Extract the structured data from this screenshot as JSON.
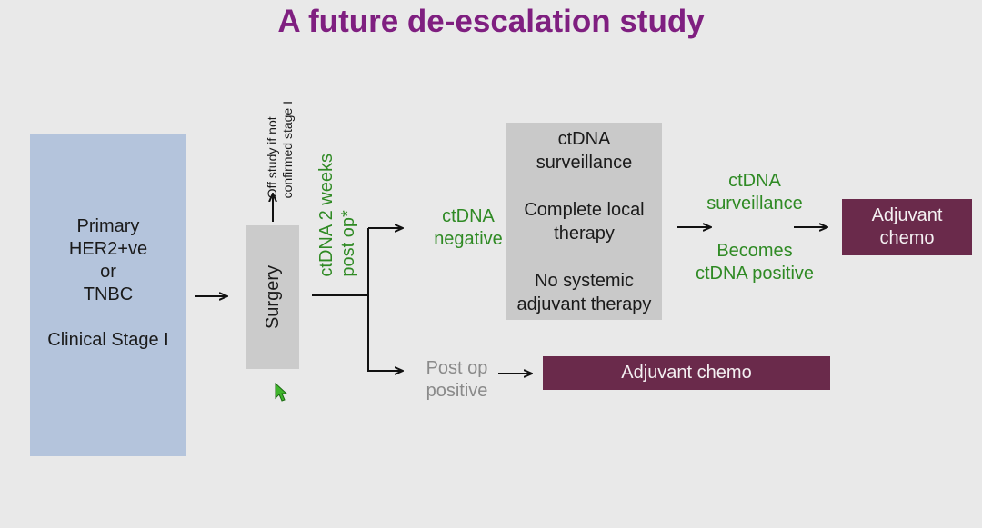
{
  "title": "A future de-escalation study",
  "population_box": {
    "lines": [
      "Primary",
      "HER2+ve",
      "or",
      "TNBC",
      "",
      "Clinical Stage I"
    ]
  },
  "surgery_box": {
    "label": "Surgery"
  },
  "off_study_note": {
    "line1": "Off study if not",
    "line2": "confirmed stage I"
  },
  "ctdna_timing": {
    "line1": "ctDNA 2 weeks",
    "line2": "post op*"
  },
  "branch_negative": {
    "line1": "ctDNA",
    "line2": "negative"
  },
  "branch_positive": {
    "line1": "Post op",
    "line2": "positive"
  },
  "surveillance_box": {
    "item1_line1": "ctDNA",
    "item1_line2": "surveillance",
    "item2_line1": "Complete local",
    "item2_line2": "therapy",
    "item3_line1": "No systemic",
    "item3_line2": "adjuvant therapy"
  },
  "surveillance_label": {
    "line1": "ctDNA",
    "line2": "surveillance"
  },
  "becomes_positive_label": {
    "line1": "Becomes",
    "line2": "ctDNA positive"
  },
  "adjuvant_chemo_top": {
    "line1": "Adjuvant",
    "line2": "chemo"
  },
  "adjuvant_chemo_bottom": {
    "label": "Adjuvant chemo"
  },
  "colors": {
    "title": "#7f1f80",
    "population_box": "#b4c4dc",
    "neutral_box": "#c9c9c9",
    "chemo_box": "#6a2a4b",
    "green_text": "#2f8a24",
    "gray_text": "#8a8a8a",
    "background": "#e9e9e9"
  }
}
